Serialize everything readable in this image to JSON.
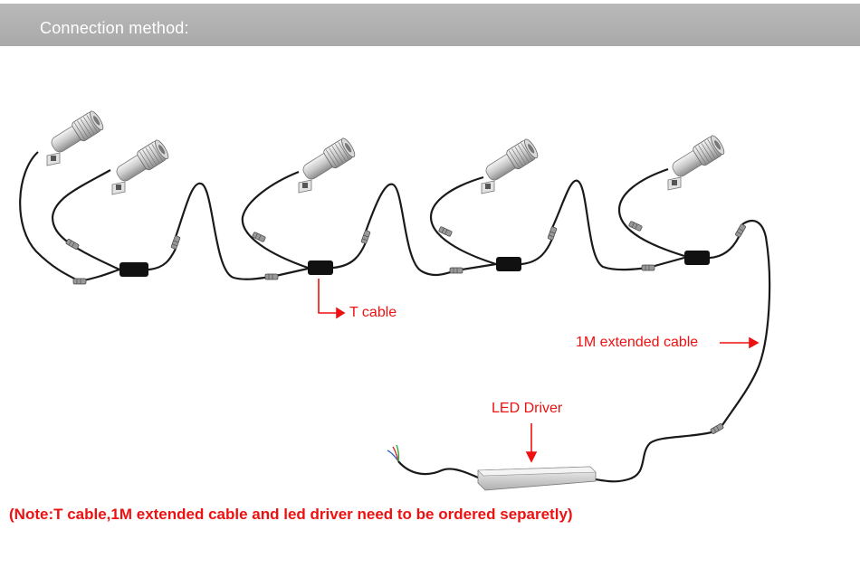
{
  "header": {
    "title": "Connection method:"
  },
  "labels": {
    "t_cable": "T cable",
    "extended_cable": "1M extended cable",
    "led_driver": "LED Driver"
  },
  "note": "(Note:T cable,1M extended cable and led driver need to be ordered separetly)",
  "colors": {
    "header_bg": "#aeaeae",
    "accent_red": "#ee1111",
    "cable": "#1a1a1a"
  },
  "icons": [
    "spotlight-icon",
    "t-connector-icon",
    "led-driver-icon",
    "arrow-icon"
  ]
}
